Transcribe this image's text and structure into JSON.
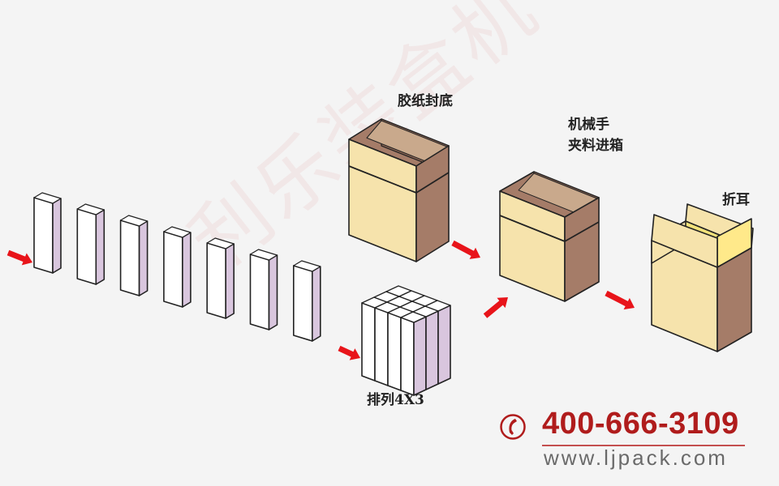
{
  "labels": {
    "tape_bottom": "胶纸封底",
    "robot_line1": "机械手",
    "robot_line2": "夹料进箱",
    "fold_ears": "折耳",
    "arrange": "排列4X3"
  },
  "watermark": "利乐装盒机",
  "contact": {
    "phone": "400-666-3109",
    "website": "www.ljpack.com"
  },
  "colors": {
    "arrow": "#e8141a",
    "carton_side": "#d9c6de",
    "box_front": "#f6e3ac",
    "box_side": "#a57c68",
    "brand_red": "#b01c1c"
  }
}
